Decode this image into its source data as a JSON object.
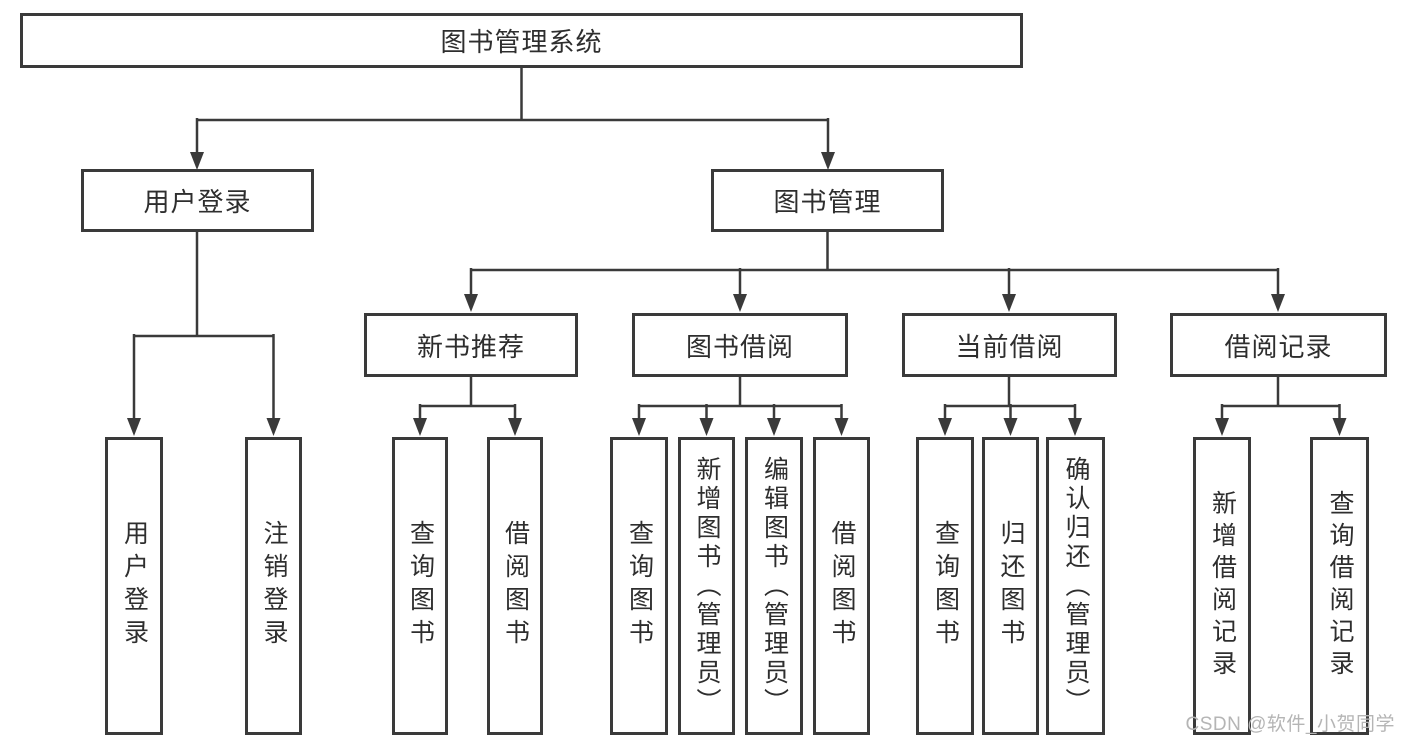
{
  "diagram_title": "图书管理系统",
  "watermark": "CSDN @软件_小贺同学",
  "colors": {
    "line": "#3a3a3a",
    "box_border": "#3a3a3a",
    "text": "#2e2e2e",
    "background": "#ffffff",
    "watermark": "#b5b5b5"
  },
  "tree": {
    "root": {
      "label": "图书管理系统"
    },
    "login": {
      "label": "用户登录",
      "children": [
        {
          "label": "用户登录"
        },
        {
          "label": "注销登录"
        }
      ]
    },
    "management": {
      "label": "图书管理",
      "sections": [
        {
          "label": "新书推荐",
          "children": [
            {
              "label": "查询图书"
            },
            {
              "label": "借阅图书"
            }
          ]
        },
        {
          "label": "图书借阅",
          "children": [
            {
              "label": "查询图书"
            },
            {
              "label": "新增图书（管理员）"
            },
            {
              "label": "编辑图书（管理员）"
            },
            {
              "label": "借阅图书"
            }
          ]
        },
        {
          "label": "当前借阅",
          "children": [
            {
              "label": "查询图书"
            },
            {
              "label": "归还图书"
            },
            {
              "label": "确认归还（管理员）"
            }
          ]
        },
        {
          "label": "借阅记录",
          "children": [
            {
              "label": "新增借阅记录"
            },
            {
              "label": "查询借阅记录"
            }
          ]
        }
      ]
    }
  }
}
